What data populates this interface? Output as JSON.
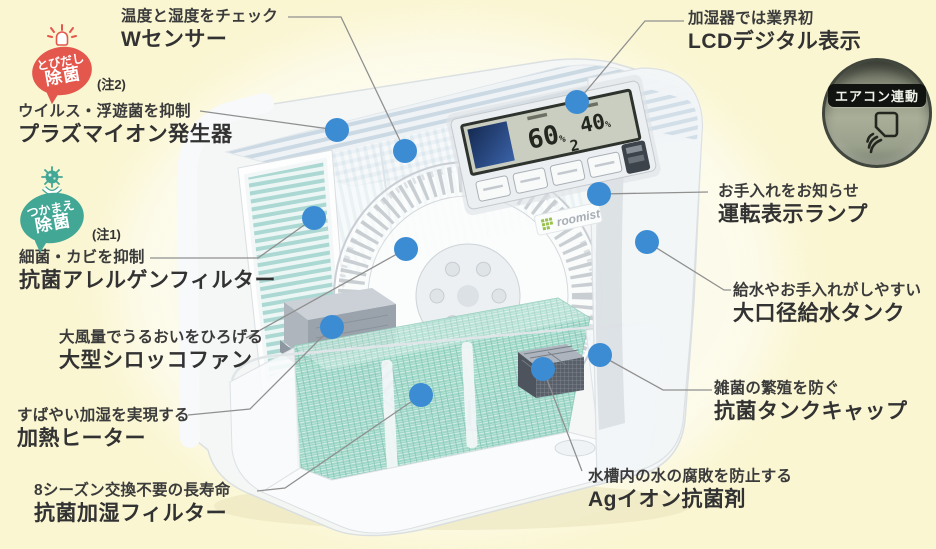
{
  "page": {
    "background": "#FAF6D2",
    "halo": "#FFFFFF"
  },
  "colors": {
    "callout_dot": "#3C8CD4",
    "callout_line": "#909090",
    "title_text": "#323232",
    "sub_text": "#3B3B3B",
    "badge_red": "#E4574D",
    "badge_teal": "#43A795",
    "lcd_blue": "#1A2F5C",
    "filter_green": "#97D5C3"
  },
  "callouts": {
    "w_sensor": {
      "sub": "温度と湿度をチェック",
      "title": "Wセンサー"
    },
    "plasma_ion": {
      "sub": "ウイルス・浮遊菌を抑制",
      "title": "プラズマイオン発生器"
    },
    "allergen_filter": {
      "sub": "細菌・カビを抑制",
      "title": "抗菌アレルゲンフィルター"
    },
    "sirocco_fan": {
      "sub": "大風量でうるおいをひろげる",
      "title": "大型シロッコファン"
    },
    "heater": {
      "sub": "すばやい加湿を実現する",
      "title": "加熱ヒーター"
    },
    "humidify_filter": {
      "sub": "8シーズン交換不要の長寿命",
      "title": "抗菌加湿フィルター"
    },
    "lcd_display": {
      "sub": "加湿器では業界初",
      "title": "LCDデジタル表示"
    },
    "lamp": {
      "sub": "お手入れをお知らせ",
      "title": "運転表示ランプ"
    },
    "tank": {
      "sub": "給水やお手入れがしやすい",
      "title": "大口径給水タンク"
    },
    "tank_cap": {
      "sub": "雑菌の繁殖を防ぐ",
      "title": "抗菌タンクキャップ"
    },
    "ag_ion": {
      "sub": "水槽内の水の腐敗を防止する",
      "title": "Agイオン抗菌剤"
    }
  },
  "badges": {
    "tobidashi": {
      "line1": "とびだし",
      "line2": "除菌",
      "note": "(注2)",
      "icon": "ion-burst-icon"
    },
    "tsukamae": {
      "line1": "つかまえ",
      "line2": "除菌",
      "note": "(注1)",
      "icon": "germ-catch-icon"
    },
    "aircon": {
      "label": "エアコン連動",
      "icon": "aircon-signal-icon"
    }
  },
  "product": {
    "logo": "roomist",
    "lcd": {
      "set_humidity": "60",
      "set_unit": "%",
      "current_humidity": "40",
      "current_unit": "%",
      "timer": "2"
    }
  }
}
